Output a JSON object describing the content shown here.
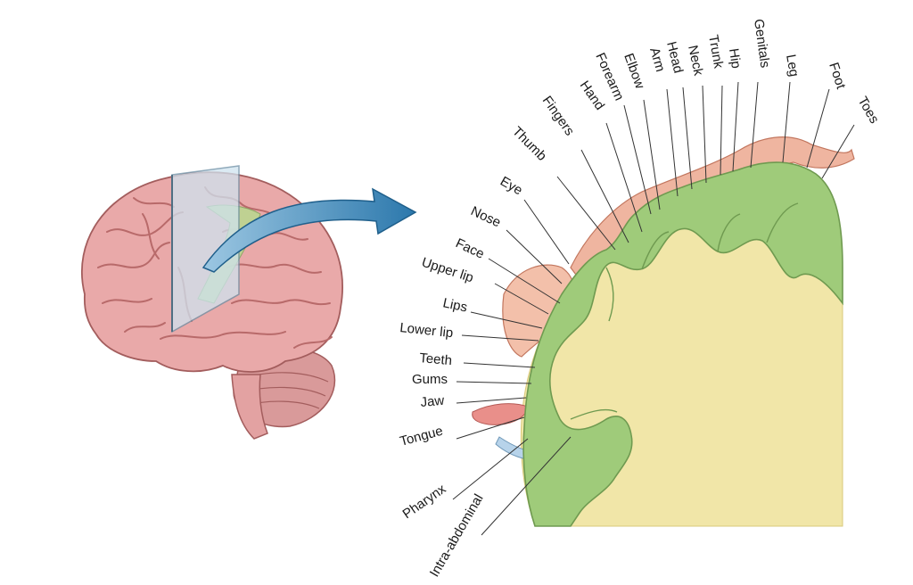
{
  "colors": {
    "brain_pink": "#e9a9a9",
    "brain_fold": "#b86a6a",
    "cortex_green": "#9fcb7a",
    "cortex_edge": "#6f9a50",
    "white_matter": "#f1e6a8",
    "homunculus": "#efb5a0",
    "arrow_blue": "#3a86b8",
    "plane_blue": "#cfe3ef"
  },
  "labels": [
    {
      "id": "toes",
      "text": "Toes"
    },
    {
      "id": "foot",
      "text": "Foot"
    },
    {
      "id": "leg",
      "text": "Leg"
    },
    {
      "id": "genitals",
      "text": "Genitals"
    },
    {
      "id": "hip",
      "text": "Hip"
    },
    {
      "id": "trunk",
      "text": "Trunk"
    },
    {
      "id": "neck",
      "text": "Neck"
    },
    {
      "id": "head",
      "text": "Head"
    },
    {
      "id": "arm",
      "text": "Arm"
    },
    {
      "id": "elbow",
      "text": "Elbow"
    },
    {
      "id": "forearm",
      "text": "Forearm"
    },
    {
      "id": "hand",
      "text": "Hand"
    },
    {
      "id": "fingers",
      "text": "Fingers"
    },
    {
      "id": "thumb",
      "text": "Thumb"
    },
    {
      "id": "eye",
      "text": "Eye"
    },
    {
      "id": "nose",
      "text": "Nose"
    },
    {
      "id": "face",
      "text": "Face"
    },
    {
      "id": "upper_lip",
      "text": "Upper lip"
    },
    {
      "id": "lips",
      "text": "Lips"
    },
    {
      "id": "lower_lip",
      "text": "Lower lip"
    },
    {
      "id": "teeth",
      "text": "Teeth"
    },
    {
      "id": "gums",
      "text": "Gums"
    },
    {
      "id": "jaw",
      "text": "Jaw"
    },
    {
      "id": "tongue",
      "text": "Tongue"
    },
    {
      "id": "pharynx",
      "text": "Pharynx"
    },
    {
      "id": "intra_abdominal",
      "text": "Intra-abdominal"
    }
  ]
}
